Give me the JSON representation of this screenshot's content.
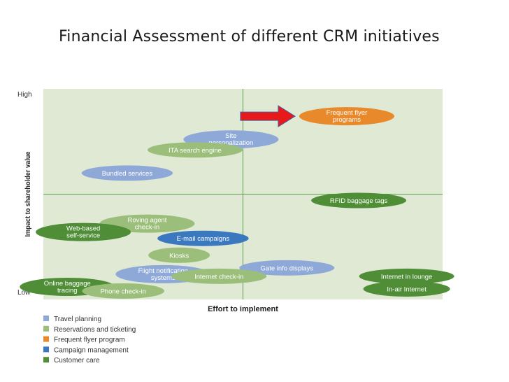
{
  "slide": {
    "title": "Financial Assessment of different CRM initiatives"
  },
  "colors": {
    "plot_bg": "#dfe9d4",
    "grid": "#5e9a4d",
    "travel_planning": "#8ea9d8",
    "reservations_ticketing": "#9bbf7a",
    "frequent_flyer": "#e8892c",
    "campaign_management": "#3a78c0",
    "customer_care": "#4f8d36",
    "arrow": "#e8191b"
  },
  "chart_data": {
    "type": "scatter",
    "title": "",
    "xlabel": "Effort to implement",
    "ylabel": "Impact to shareholder value",
    "y_tick_labels": [
      "High",
      "Low"
    ],
    "legend_position": "bottom-left",
    "legend": [
      {
        "key": "travel_planning",
        "label": "Travel planning"
      },
      {
        "key": "reservations_ticketing",
        "label": "Reservations and ticketing"
      },
      {
        "key": "frequent_flyer",
        "label": "Frequent flyer program"
      },
      {
        "key": "campaign_management",
        "label": "Campaign management"
      },
      {
        "key": "customer_care",
        "label": "Customer care"
      }
    ],
    "points": [
      {
        "label": "Frequent flyer programs",
        "category": "frequent_flyer",
        "x": 0.76,
        "y": 0.87,
        "highlighted": true
      },
      {
        "label": "Site personalization",
        "category": "travel_planning",
        "x": 0.47,
        "y": 0.76
      },
      {
        "label": "ITA search engine",
        "category": "reservations_ticketing",
        "x": 0.38,
        "y": 0.71
      },
      {
        "label": "Bundled services",
        "category": "travel_planning",
        "x": 0.21,
        "y": 0.6
      },
      {
        "label": "RFID baggage tags",
        "category": "customer_care",
        "x": 0.79,
        "y": 0.47
      },
      {
        "label": "Roving agent check-in",
        "category": "reservations_ticketing",
        "x": 0.26,
        "y": 0.36
      },
      {
        "label": "Web-based self-service",
        "category": "customer_care",
        "x": 0.1,
        "y": 0.32
      },
      {
        "label": "E-mail campaigns",
        "category": "campaign_management",
        "x": 0.4,
        "y": 0.29
      },
      {
        "label": "Kiosks",
        "category": "reservations_ticketing",
        "x": 0.34,
        "y": 0.21
      },
      {
        "label": "Gate info displays",
        "category": "travel_planning",
        "x": 0.61,
        "y": 0.15
      },
      {
        "label": "Flight notification systems",
        "category": "travel_planning",
        "x": 0.3,
        "y": 0.12
      },
      {
        "label": "Internet check-in",
        "category": "reservations_ticketing",
        "x": 0.44,
        "y": 0.11
      },
      {
        "label": "Internet in lounge",
        "category": "customer_care",
        "x": 0.91,
        "y": 0.11
      },
      {
        "label": "Online baggage tracing",
        "category": "customer_care",
        "x": 0.06,
        "y": 0.06
      },
      {
        "label": "Phone check-in",
        "category": "reservations_ticketing",
        "x": 0.2,
        "y": 0.04
      },
      {
        "label": "In-air Internet",
        "category": "customer_care",
        "x": 0.91,
        "y": 0.05
      }
    ]
  }
}
